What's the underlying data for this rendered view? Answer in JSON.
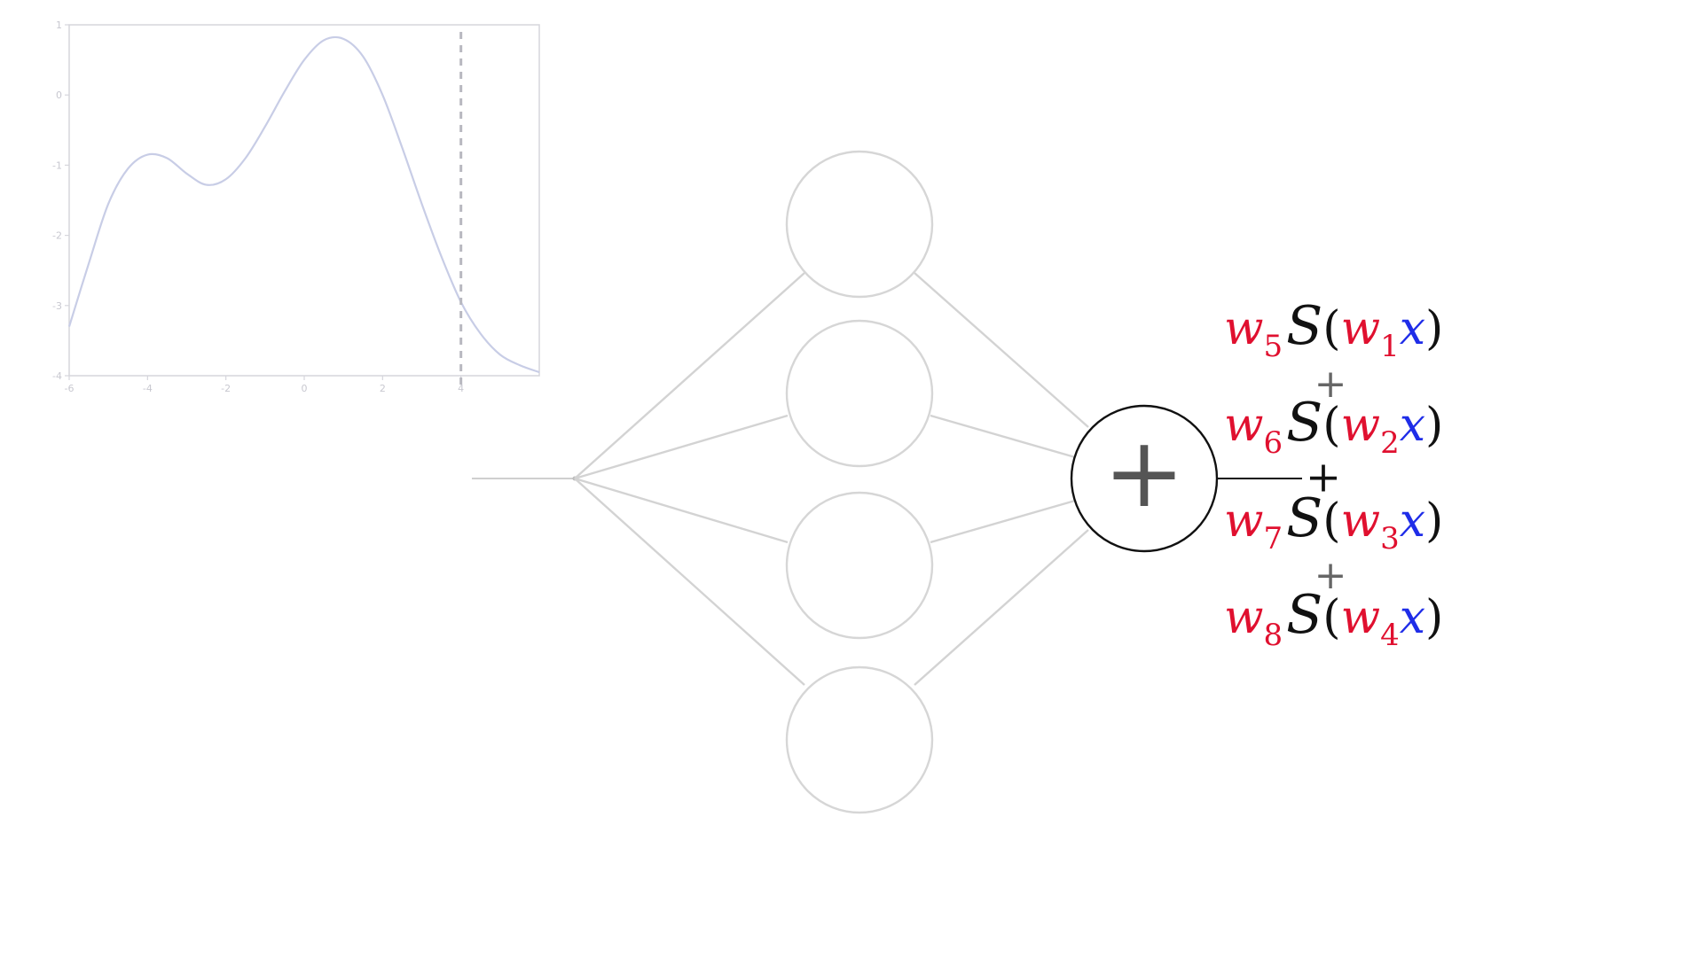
{
  "colors": {
    "weight": "#e0102f",
    "input": "#1f2de8",
    "ink": "#111111",
    "faint": "#d0d0d0",
    "curve": "#c8cde6",
    "plus_gray": "#666666"
  },
  "inset_plot": {
    "y_ticks": [
      "1",
      "0",
      "-1",
      "-2",
      "-3",
      "-4"
    ],
    "x_ticks": [
      "-6",
      "-4",
      "-2",
      "0",
      "2",
      "4"
    ],
    "cursor_x_label": "4"
  },
  "chart_data": {
    "type": "line",
    "title": "",
    "xlabel": "",
    "ylabel": "",
    "xlim": [
      -6,
      6
    ],
    "ylim": [
      -4,
      1
    ],
    "grid": false,
    "series": [
      {
        "x": [
          -6,
          -5.5,
          -5,
          -4.5,
          -4,
          -3.5,
          -3,
          -2.5,
          -2,
          -1.5,
          -1,
          -0.5,
          0,
          0.5,
          1,
          1.5,
          2,
          2.5,
          3,
          3.5,
          4,
          4.5,
          5,
          5.5,
          6
        ],
        "values": [
          -3.3,
          -2.4,
          -1.55,
          -1.05,
          -0.85,
          -0.9,
          -1.12,
          -1.28,
          -1.2,
          -0.9,
          -0.45,
          0.05,
          0.5,
          0.78,
          0.8,
          0.55,
          0.0,
          -0.75,
          -1.55,
          -2.3,
          -2.95,
          -3.4,
          -3.7,
          -3.85,
          -3.95
        ]
      }
    ],
    "vertical_marker_x": 4
  },
  "network": {
    "output_node_symbol": "+",
    "output_sum_symbol": "+",
    "terms": [
      {
        "w_out": "w",
        "w_out_sub": "5",
        "fn": "S",
        "w_in": "w",
        "w_in_sub": "1",
        "var": "x"
      },
      {
        "w_out": "w",
        "w_out_sub": "6",
        "fn": "S",
        "w_in": "w",
        "w_in_sub": "2",
        "var": "x"
      },
      {
        "w_out": "w",
        "w_out_sub": "7",
        "fn": "S",
        "w_in": "w",
        "w_in_sub": "3",
        "var": "x"
      },
      {
        "w_out": "w",
        "w_out_sub": "8",
        "fn": "S",
        "w_in": "w",
        "w_in_sub": "4",
        "var": "x"
      }
    ],
    "term_separators": [
      "+",
      "+",
      "+"
    ]
  }
}
